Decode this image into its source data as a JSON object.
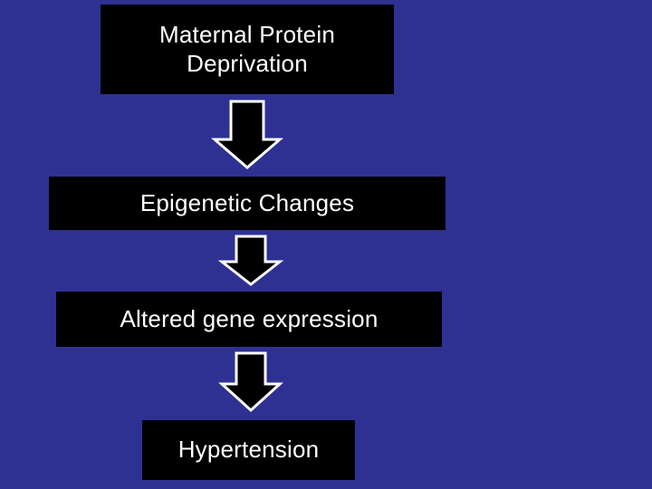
{
  "slide": {
    "background_color": "#2e3192",
    "node_fill": "#000000",
    "node_text_color": "#ffffff",
    "arrow_fill": "#000000",
    "arrow_outline": "#ffffff"
  },
  "flowchart": {
    "type": "flowchart",
    "direction": "top-to-bottom",
    "nodes": [
      {
        "id": "n1",
        "label": "Maternal Protein\nDeprivation",
        "font_size": 26
      },
      {
        "id": "n2",
        "label": "Epigenetic Changes",
        "font_size": 26
      },
      {
        "id": "n3",
        "label": "Altered gene expression",
        "font_size": 26
      },
      {
        "id": "n4",
        "label": "Hypertension",
        "font_size": 26
      }
    ],
    "edges": [
      {
        "from": "n1",
        "to": "n2",
        "marker": "down-arrow"
      },
      {
        "from": "n2",
        "to": "n3",
        "marker": "down-arrow"
      },
      {
        "from": "n3",
        "to": "n4",
        "marker": "down-arrow"
      }
    ]
  }
}
